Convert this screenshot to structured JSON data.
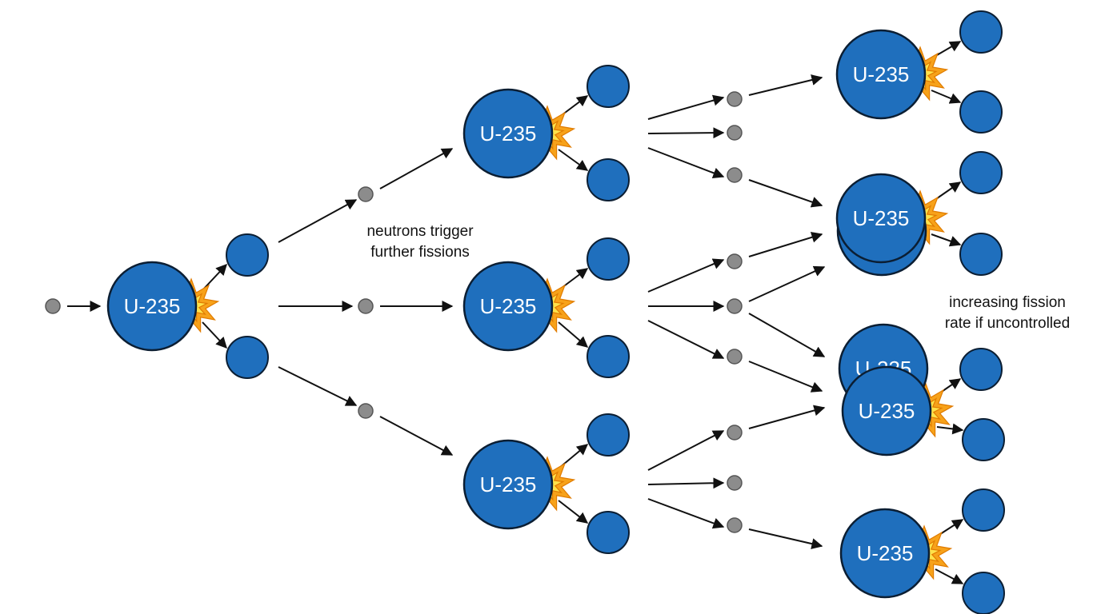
{
  "nucleus_label": "U-235",
  "annotations": {
    "trigger_line1": "neutrons trigger",
    "trigger_line2": "further fissions",
    "rate_line1": "increasing fission",
    "rate_line2": "rate if uncontrolled"
  },
  "colors": {
    "nucleus_fill": "#1f6fbd",
    "nucleus_stroke": "#0b1e33",
    "neutron_fill": "#8c8c8c",
    "neutron_stroke": "#555555",
    "arrow": "#111111",
    "burst_outer": "#f7a21a",
    "burst_inner": "#ffe24a"
  }
}
